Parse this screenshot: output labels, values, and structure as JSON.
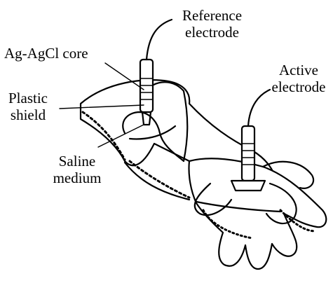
{
  "labels": {
    "reference_electrode": [
      "Reference",
      "electrode"
    ],
    "active_electrode": [
      "Active",
      "electrode"
    ],
    "core": "Ag-AgCl core",
    "plastic_shield": [
      "Plastic",
      "shield"
    ],
    "saline_medium": [
      "Saline",
      "medium"
    ]
  },
  "colors": {
    "ink": "#000000",
    "paper": "#ffffff",
    "skin_stipple": "#1a1a1a"
  }
}
